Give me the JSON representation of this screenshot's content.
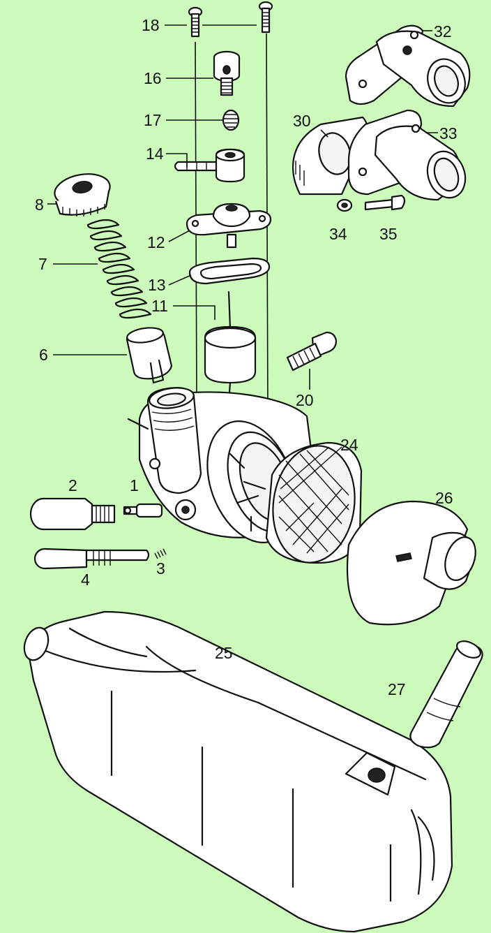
{
  "labels": {
    "p1": "1",
    "p2": "2",
    "p3": "3",
    "p4": "4",
    "p6": "6",
    "p7": "7",
    "p8": "8",
    "p11": "11",
    "p12": "12",
    "p13": "13",
    "p14": "14",
    "p16": "16",
    "p17": "17",
    "p18": "18",
    "p20": "20",
    "p24": "24",
    "p25": "25",
    "p26": "26",
    "p27": "27",
    "p30": "30",
    "p32": "32",
    "p33": "33",
    "p34": "34",
    "p35": "35"
  },
  "colors": {
    "background": "#ccfbbb",
    "ink": "#111111",
    "part_fill": "#ffffff"
  }
}
